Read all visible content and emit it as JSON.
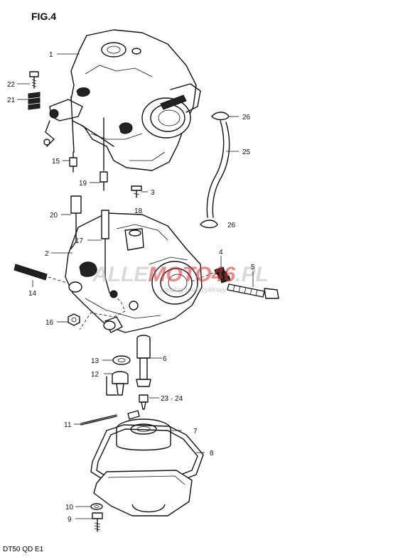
{
  "figure": {
    "title": "FIG.4",
    "footer": "DT50 QD E1"
  },
  "watermark": {
    "brand_part1": "ALLE",
    "brand_part2": "MOTO",
    "brand_part3": "46",
    "brand_suffix": ".PL",
    "tagline": "katalog motocyklowy",
    "color_gray": "#bdbdbd",
    "color_red": "#d32f2f"
  },
  "callouts": [
    {
      "id": "c1",
      "text": "1"
    },
    {
      "id": "c22",
      "text": "22"
    },
    {
      "id": "c21",
      "text": "21"
    },
    {
      "id": "c15",
      "text": "15"
    },
    {
      "id": "c19",
      "text": "19"
    },
    {
      "id": "c26a",
      "text": "26"
    },
    {
      "id": "c25",
      "text": "25"
    },
    {
      "id": "c3",
      "text": "3"
    },
    {
      "id": "c18",
      "text": "18"
    },
    {
      "id": "c26b",
      "text": "26"
    },
    {
      "id": "c20",
      "text": "20"
    },
    {
      "id": "c17",
      "text": "17"
    },
    {
      "id": "c2",
      "text": "2"
    },
    {
      "id": "c4",
      "text": "4"
    },
    {
      "id": "c5",
      "text": "5"
    },
    {
      "id": "c14",
      "text": "14"
    },
    {
      "id": "c16",
      "text": "16"
    },
    {
      "id": "c13",
      "text": "13"
    },
    {
      "id": "c6",
      "text": "6"
    },
    {
      "id": "c12",
      "text": "12"
    },
    {
      "id": "c2324",
      "text": "23 · 24"
    },
    {
      "id": "c11",
      "text": "11"
    },
    {
      "id": "c7",
      "text": "7"
    },
    {
      "id": "c8",
      "text": "8"
    },
    {
      "id": "c10",
      "text": "10"
    },
    {
      "id": "c9",
      "text": "9"
    }
  ]
}
